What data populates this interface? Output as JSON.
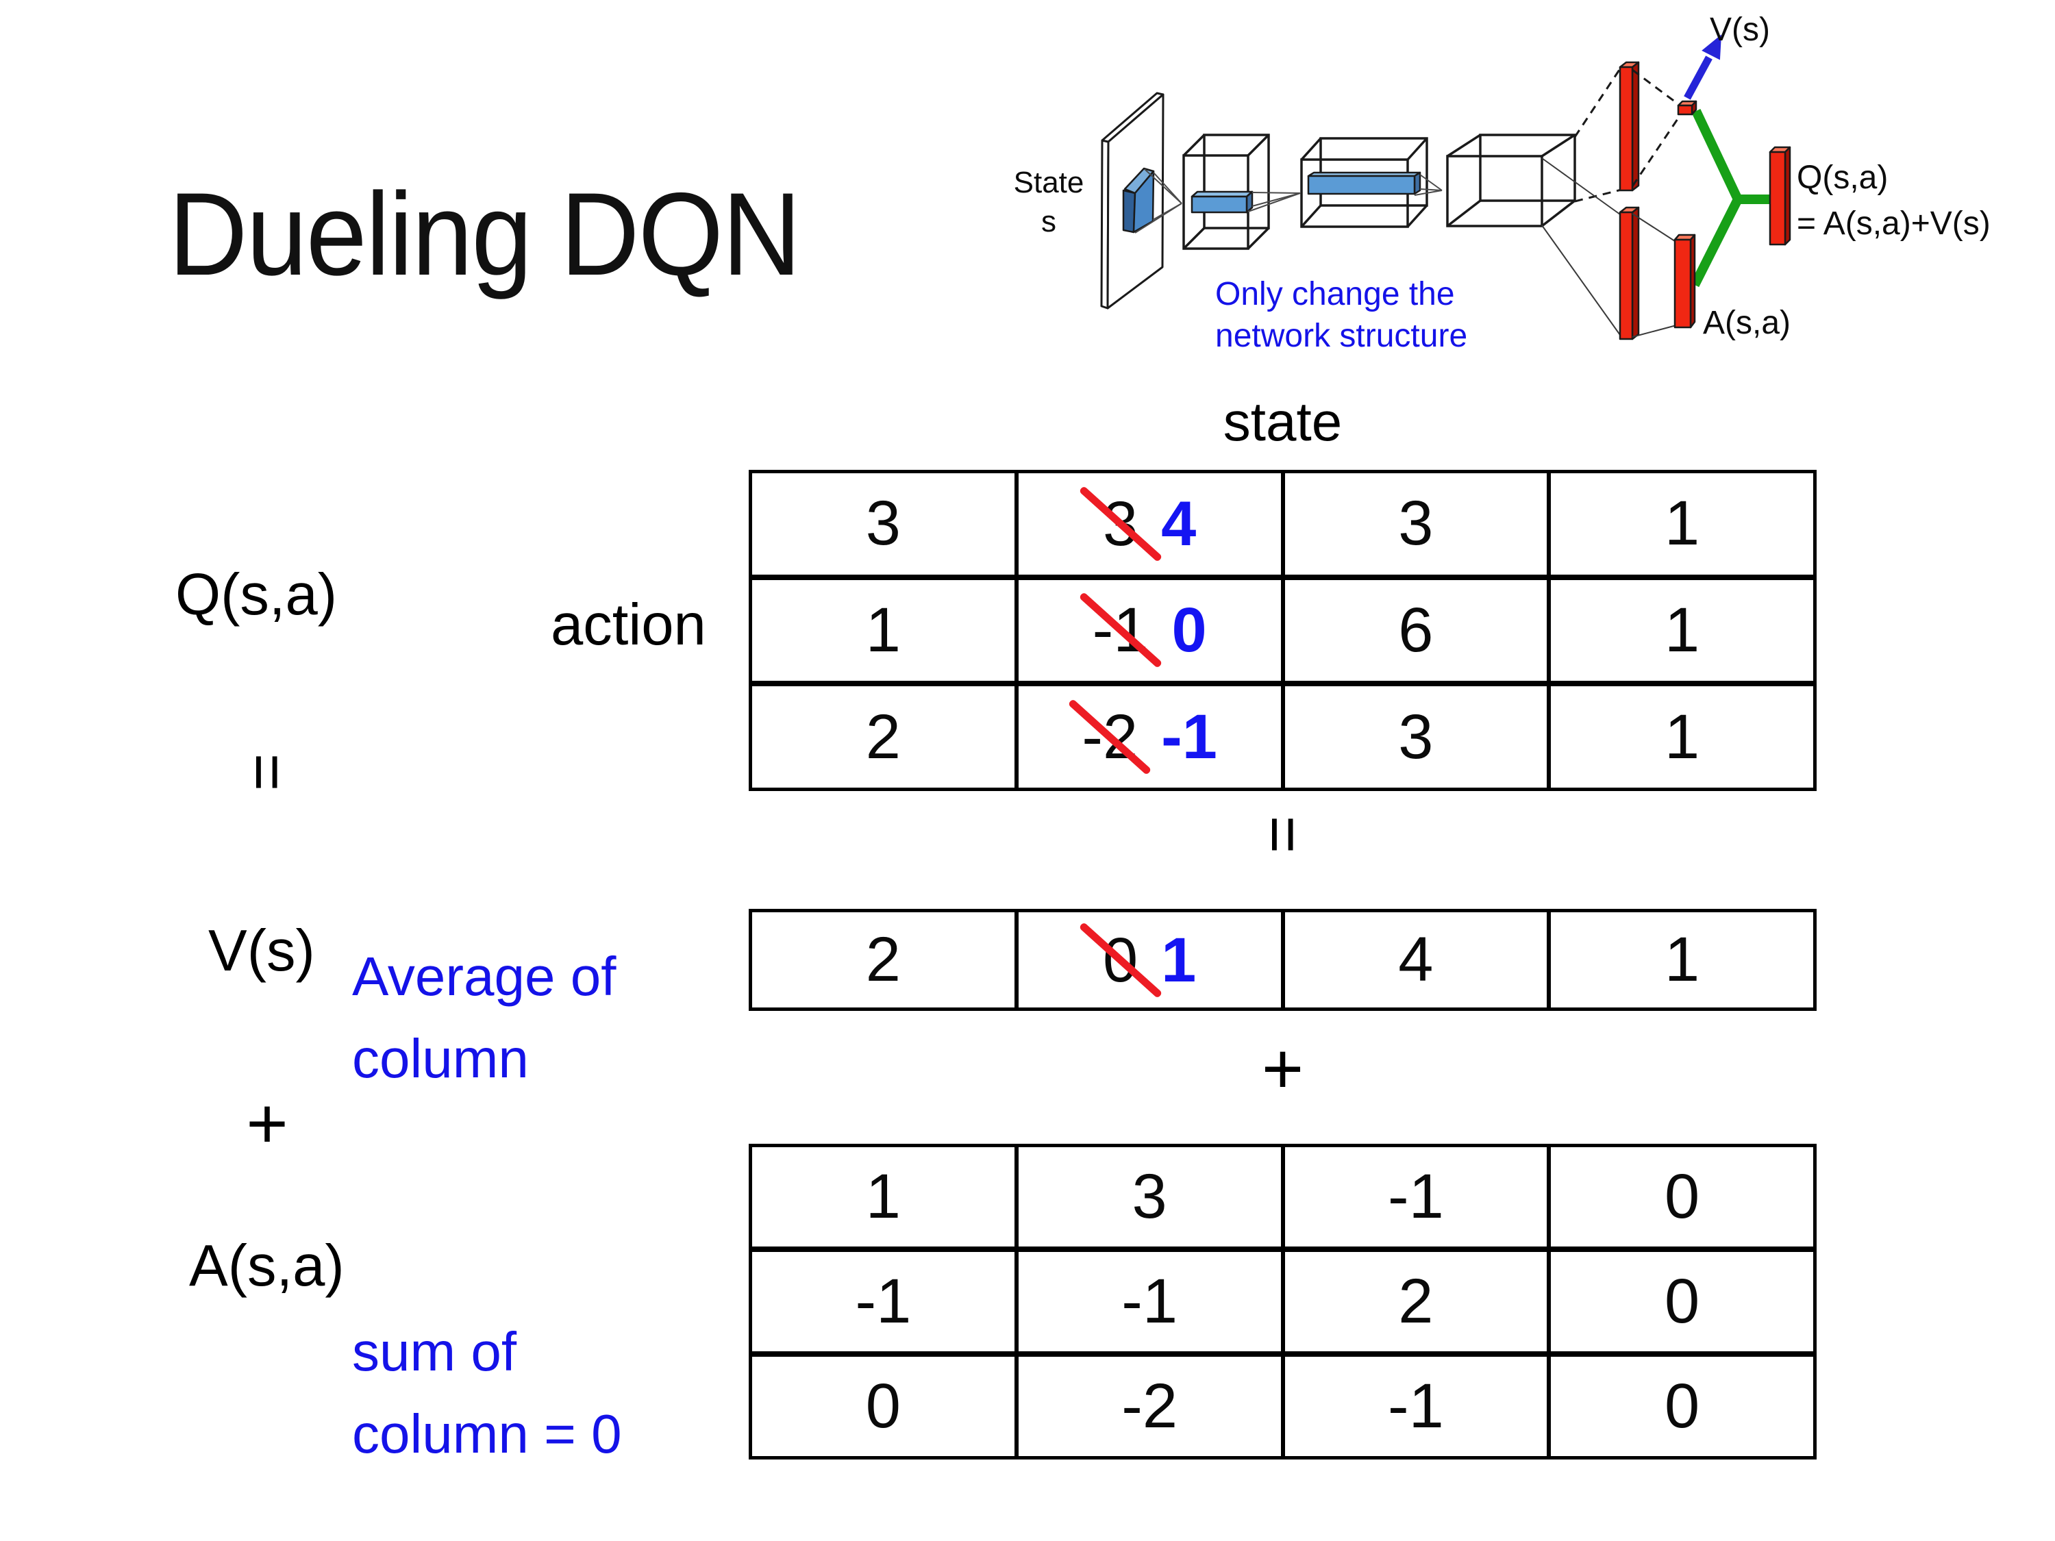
{
  "title": "Dueling DQN",
  "diagram": {
    "state_line1": "State",
    "state_line2": "s",
    "note_line1": "Only change the",
    "note_line2": "network structure",
    "v_out_label": "V(s)",
    "q_out_line1": "Q(s,a)",
    "q_out_line2": "= A(s,a)+V(s)",
    "a_out_label": "A(s,a)"
  },
  "labels": {
    "state_header": "state",
    "action": "action",
    "q_term": "Q(s,a)",
    "equals_left": "=",
    "equals_center": "=",
    "v_term": "V(s)",
    "v_note_line1": "Average of",
    "v_note_line2": "column",
    "plus_left": "+",
    "plus_center": "+",
    "a_term": "A(s,a)",
    "a_note_line1": "sum of",
    "a_note_line2": "column = 0"
  },
  "tables": {
    "q": [
      [
        "3",
        {
          "old": "3",
          "new": "4"
        },
        "3",
        "1"
      ],
      [
        "1",
        {
          "old": "-1",
          "new": "0"
        },
        "6",
        "1"
      ],
      [
        "2",
        {
          "old": "-2",
          "new": "-1"
        },
        "3",
        "1"
      ]
    ],
    "v": [
      [
        "2",
        {
          "old": "0",
          "new": "1"
        },
        "4",
        "1"
      ]
    ],
    "a": [
      [
        "1",
        "3",
        "-1",
        "0"
      ],
      [
        "-1",
        "-1",
        "2",
        "0"
      ],
      [
        "0",
        "-2",
        "-1",
        "0"
      ]
    ]
  },
  "colors": {
    "note_blue": "#1412e8",
    "replacement_blue": "#1414f2",
    "strike_red": "#ed1c24",
    "bar_red_front": "#f02713",
    "bar_red_side": "#a41104",
    "conv_blue": "#5b9bd5",
    "merge_green": "#17a017",
    "arrow_blue": "#2524d8",
    "line_black": "#1a1a1a"
  }
}
